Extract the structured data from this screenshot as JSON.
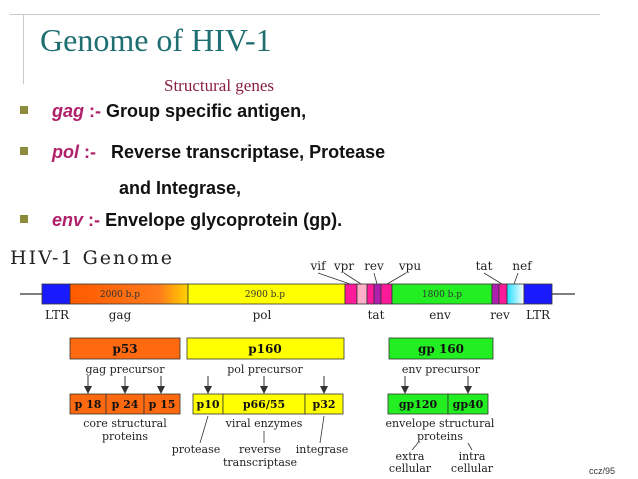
{
  "title": "Genome of HIV-1",
  "subheading": "Structural genes",
  "bullets": [
    {
      "term": "gag",
      "sep": ":-",
      "text": "Group specific antigen,"
    },
    {
      "term": "pol",
      "sep": ":-",
      "text": "Reverse transcriptase, Protease",
      "cont": "and Integrase,"
    },
    {
      "term": "env",
      "sep": ":-",
      "text": "Envelope glycoprotein (gp)."
    }
  ],
  "diagram": {
    "title": "HIV-1 Genome",
    "top_labels": {
      "vif": "vif",
      "vpr": "vpr",
      "rev": "rev",
      "vpu": "vpu",
      "tat": "tat",
      "nef": "nef"
    },
    "sizes": {
      "gag": "2000 b.p",
      "pol": "2900 b.p",
      "env": "1800 b.p"
    },
    "bottom_labels": {
      "ltr_left": "LTR",
      "gag": "gag",
      "pol": "pol",
      "tat": "tat",
      "env": "env",
      "rev": "rev",
      "ltr_right": "LTR"
    },
    "precursors": {
      "gag": {
        "protein": "p53",
        "caption": "gag precursor"
      },
      "pol": {
        "protein": "p160",
        "caption": "pol precursor"
      },
      "env": {
        "protein": "gp 160",
        "caption": "env precursor"
      }
    },
    "products": {
      "gag": [
        "p 18",
        "p 24",
        "p 15"
      ],
      "pol": [
        "p10",
        "p66/55",
        "p32"
      ],
      "env": [
        "gp120",
        "gp40"
      ]
    },
    "captions": {
      "gag": [
        "core structural",
        "proteins"
      ],
      "pol": "viral enzymes",
      "env": [
        "envelope structural",
        "proteins"
      ]
    },
    "enzymes": {
      "protease": "protease",
      "rt": [
        "reverse",
        "transcriptase"
      ],
      "integrase": "integrase"
    },
    "env_sub": {
      "extra": [
        "extra",
        "cellular"
      ],
      "intra": [
        "intra",
        "cellular"
      ]
    }
  },
  "footer": "ccz/95",
  "colors": {
    "title": "#1f6e71",
    "subheading": "#8a2040",
    "term": "#b0206a",
    "bullet": "#8c8c3c",
    "ltr": "#1a1aff",
    "gag": "#ff6a10",
    "pol": "#ffff00",
    "env": "#22ee22",
    "accessory": "#ff1a9a",
    "purple": "#b020b0",
    "cyan": "#22ddff",
    "pink_box": "#ffb0c8"
  }
}
